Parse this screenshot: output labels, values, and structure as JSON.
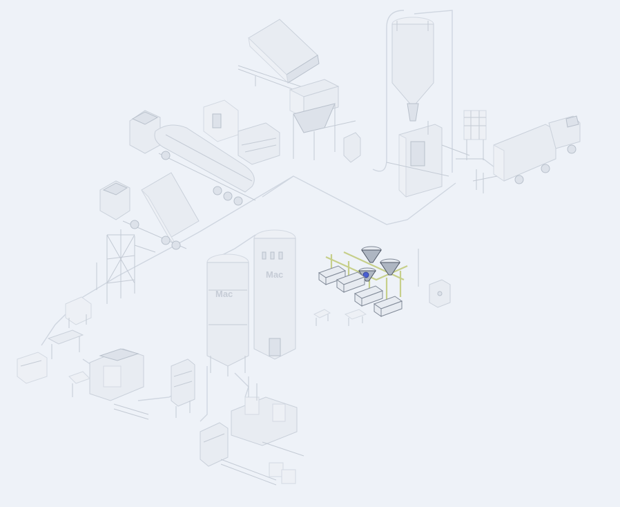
{
  "silos": {
    "left_label": "Mac",
    "right_label": "Mac"
  },
  "colors": {
    "background": "#eef2f8",
    "ghost_stroke": "#c9d0da",
    "highlight_pipe": "#c6cf8a",
    "highlight_blue": "#4a5fd1"
  },
  "highlighted_module": "powder-dosing-station"
}
